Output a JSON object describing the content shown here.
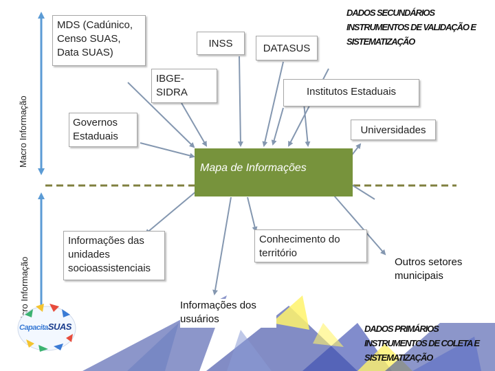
{
  "axes": {
    "macro_label": "Macro Informação",
    "micro_label": "Micro Informação"
  },
  "center_label": "Mapa de Informações",
  "nodes": {
    "mds": "MDS (Cadúnico,\nCenso SUAS,\nData SUAS)",
    "inss": "INSS",
    "datasus": "DATASUS",
    "ibge": "IBGE-\nSIDRA",
    "institutos": "Institutos Estaduais",
    "governos": "Governos\nEstaduais",
    "universidades": "Universidades",
    "unidades": "Informações das\nunidades\nsocioassistenciais",
    "territorio": "Conhecimento do\nterritório",
    "usuarios": "Informações dos\nusuários",
    "outros": "Outros setores\nmunicipais"
  },
  "headings": {
    "secundarios": "DADOS SECUNDÁRIOS\nINSTRUMENTOS DE VALIDAÇÃO E\nSISTEMATIZAÇÃO",
    "primarios": "DADOS PRIMÁRIOS\nINSTRUMENTOS DE COLETA E\nSISTEMATIZAÇÃO"
  },
  "logo": {
    "text_a": "Capacita",
    "text_b": "SUAS"
  },
  "colors": {
    "center_fill": "#77933c",
    "arrow": "#8497b0",
    "dashed_line": "#7f7f3f",
    "axis_arrow": "#5b9bd5",
    "overlay_blue": "#2e3f9e",
    "overlay_yellow": "#fff36b"
  }
}
